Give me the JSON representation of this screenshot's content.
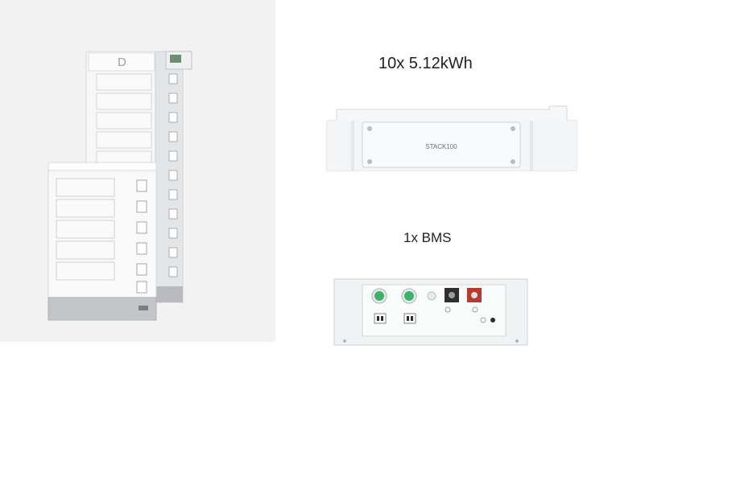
{
  "captions": {
    "battery_modules": "10x 5.12kWh",
    "bms": "1x BMS"
  },
  "product_label": "STACK100",
  "colors": {
    "background": "#ffffff",
    "product_white": "#f4f5f6",
    "product_grey": "#c9cbcd",
    "bms_green": "#3db36a",
    "bms_red": "#c0392b"
  },
  "images": {
    "left": "stacked-battery-towers-photo",
    "module": "battery-module-front-panel",
    "bms": "bms-control-panel"
  }
}
